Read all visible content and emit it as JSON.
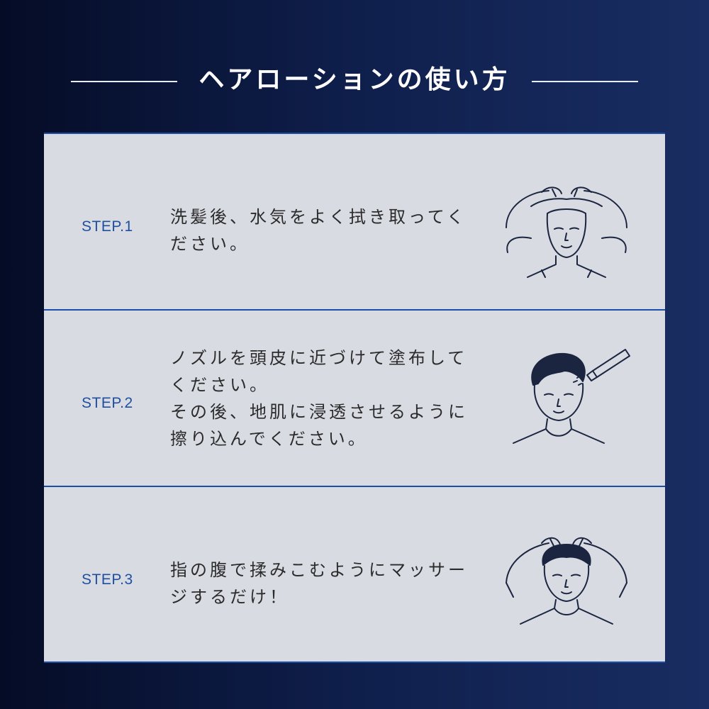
{
  "header": {
    "title": "ヘアローションの使い方"
  },
  "steps": [
    {
      "label": "STEP.1",
      "lines": [
        "洗髪後、水気をよく拭き取ってく",
        "ださい。"
      ],
      "illustration": "towel-drying-hair-icon"
    },
    {
      "label": "STEP.2",
      "lines": [
        "ノズルを頭皮に近づけて塗布して",
        "ください。",
        "その後、地肌に浸透させるように",
        "擦り込んでください。"
      ],
      "illustration": "nozzle-application-icon"
    },
    {
      "label": "STEP.3",
      "lines": [
        "指の腹で揉みこむようにマッサー",
        "ジするだけ！"
      ],
      "illustration": "scalp-massage-icon"
    }
  ],
  "colors": {
    "background_dark": "#050c26",
    "background_light": "#192d62",
    "panel": "#d8dbe2",
    "accent": "#1d4ea6",
    "step_label": "#1f4f9f",
    "text": "#2b2b2b",
    "illustration_stroke": "#1b2540"
  }
}
